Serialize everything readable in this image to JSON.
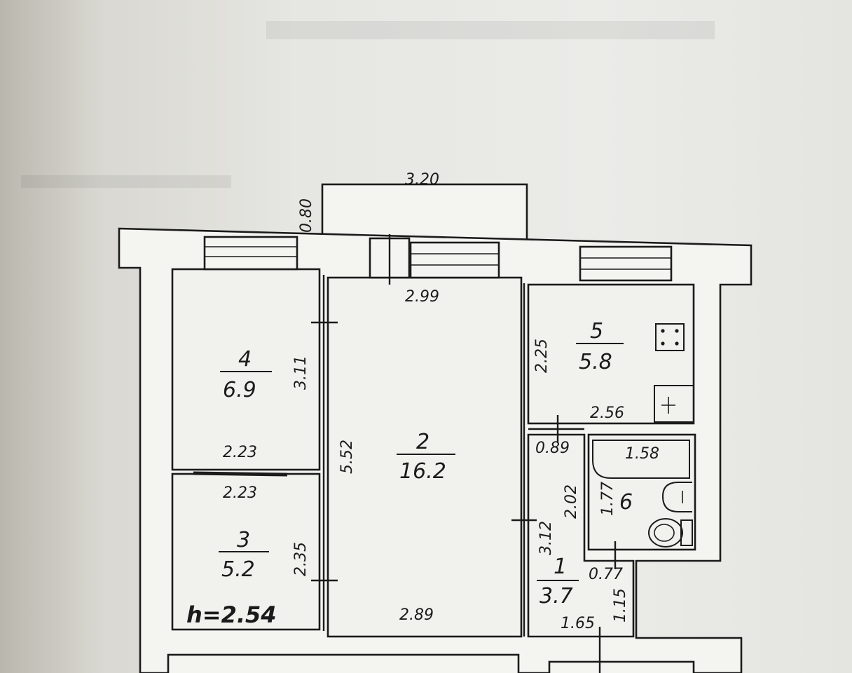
{
  "ceiling_height": "h=2.54",
  "balcony": {
    "width": "3.20",
    "depth": "0.80"
  },
  "rooms": [
    {
      "id": "4",
      "area": "6.9",
      "dims": [
        "3.11",
        "2.23"
      ]
    },
    {
      "id": "3",
      "area": "5.2",
      "dims": [
        "2.23",
        "2.35"
      ]
    },
    {
      "id": "2",
      "area": "16.2",
      "dims": [
        "2.99",
        "5.52",
        "2.89"
      ]
    },
    {
      "id": "5",
      "area": "5.8",
      "dims": [
        "2.25",
        "2.56"
      ]
    },
    {
      "id": "6",
      "area": "",
      "dims": [
        "1.58",
        "1.77"
      ]
    },
    {
      "id": "1",
      "area": "3.7",
      "dims": [
        "0.89",
        "2.02",
        "3.12",
        "0.77",
        "1.15",
        "1.65"
      ]
    }
  ],
  "icons": [
    "stove-icon",
    "sink-icon",
    "bathtub-icon",
    "washbasin-icon",
    "toilet-icon",
    "window-icon",
    "door-icon"
  ]
}
